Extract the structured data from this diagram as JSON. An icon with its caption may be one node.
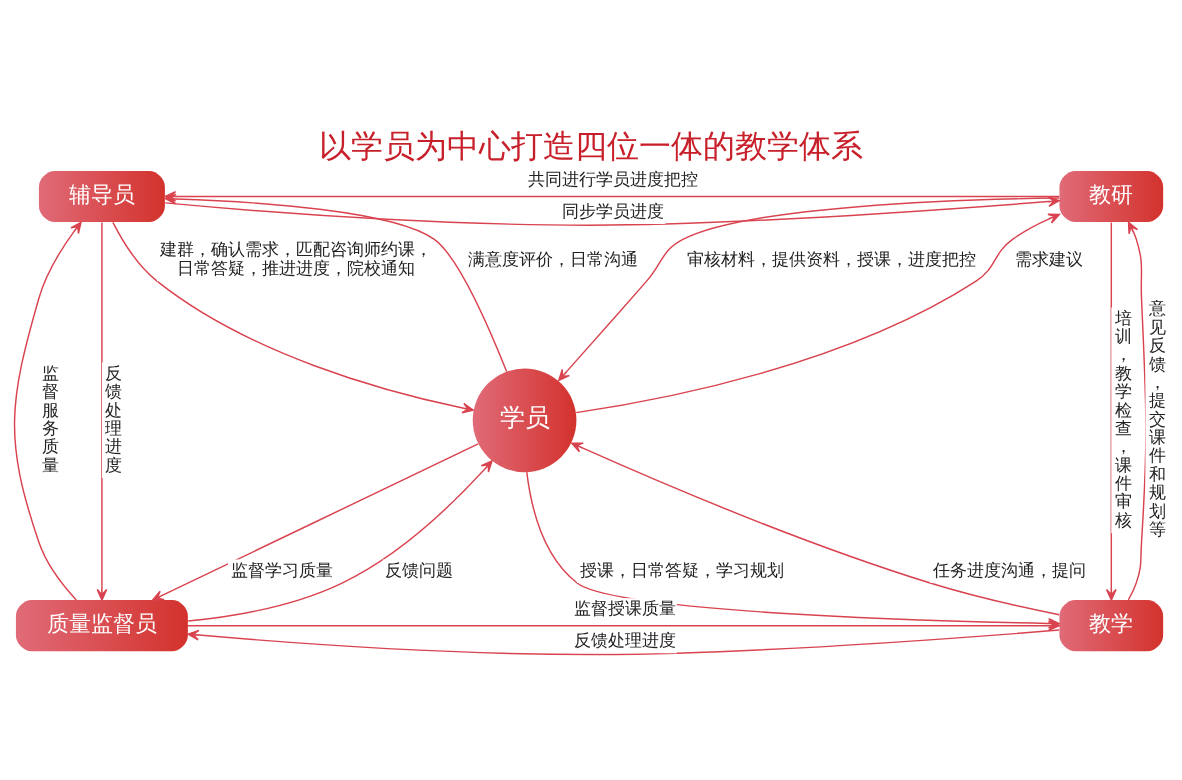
{
  "diagram": {
    "title": "以学员为中心打造四位一体的教学体系",
    "nodes": [
      {
        "text": [
          "辅导员"
        ]
      },
      {
        "text": [
          "教研"
        ]
      },
      {
        "text": [
          "学员"
        ]
      },
      {
        "text": [
          "质量监督员"
        ]
      },
      {
        "text": [
          "教学"
        ]
      }
    ],
    "edges": [
      {
        "from": 0,
        "to": 1,
        "arrow": "to",
        "label": "同步学员进度"
      },
      {
        "from": 1,
        "to": 0,
        "arrow": "to",
        "label": "共同进行学员进度把控"
      },
      {
        "from": 0,
        "to": 2,
        "arrow": "to",
        "label": "建群，确认需求，匹配咨询师约课，日常答疑，推进进度，院校通知"
      },
      {
        "from": 2,
        "to": 0,
        "arrow": "to",
        "label": "满意度评价，日常沟通"
      },
      {
        "from": 1,
        "to": 2,
        "arrow": "to",
        "label": "审核材料，提供资料，授课，进度把控"
      },
      {
        "from": 2,
        "to": 1,
        "arrow": "to",
        "label": "需求建议"
      },
      {
        "from": 3,
        "to": 0,
        "arrow": "to",
        "label": "监督服务质量"
      },
      {
        "from": 0,
        "to": 3,
        "arrow": "to",
        "label": "反馈处理进度"
      },
      {
        "from": 1,
        "to": 4,
        "arrow": "to",
        "label": "培训，教学检查，课件审核"
      },
      {
        "from": 4,
        "to": 1,
        "arrow": "to",
        "label": "意见反馈，提交课件和规划等"
      },
      {
        "from": 2,
        "to": 3,
        "arrow": "to",
        "label": "监督学习质量"
      },
      {
        "from": 3,
        "to": 2,
        "arrow": "to",
        "label": "反馈问题"
      },
      {
        "from": 2,
        "to": 4,
        "arrow": "to",
        "label": "授课，日常答疑，学习规划"
      },
      {
        "from": 4,
        "to": 2,
        "arrow": "to",
        "label": "任务进度沟通，提问"
      },
      {
        "from": 3,
        "to": 4,
        "arrow": "to",
        "label": "监督授课质量"
      },
      {
        "from": 4,
        "to": 3,
        "arrow": "to",
        "label": "反馈处理进度"
      }
    ]
  }
}
